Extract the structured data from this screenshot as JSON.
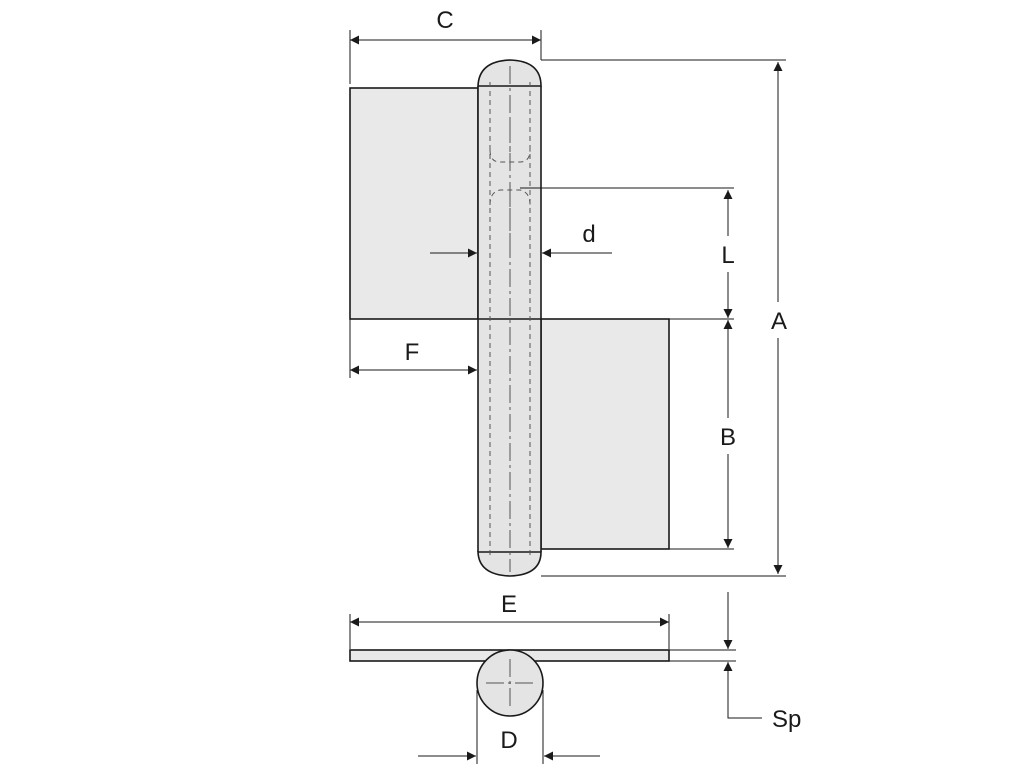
{
  "labels": {
    "A": "A",
    "B": "B",
    "C": "C",
    "D": "D",
    "E": "E",
    "F": "F",
    "L": "L",
    "d": "d",
    "Sp": "Sp"
  },
  "colors": {
    "line": "#1a1a1a",
    "leaf_fill": "#e9e9e9",
    "pin_fill": "#e4e4e4",
    "hidden_line": "#555555"
  }
}
